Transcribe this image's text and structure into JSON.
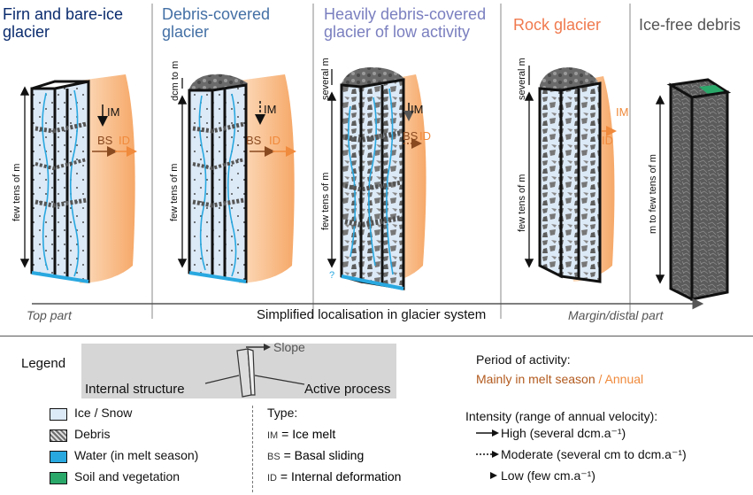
{
  "colors": {
    "firn_title": "#0b2c6e",
    "debris_title": "#4470a5",
    "heavy_title": "#7a7fbf",
    "rock_title": "#f07a4e",
    "icefree_title": "#555555",
    "orange": "#f08a3c",
    "orange_light": "#fbc99a",
    "brown": "#b25a1e",
    "ice_fill": "#dce9f6",
    "water": "#29a8e0",
    "rock": "#6d6d6d",
    "soil": "#2aa86a"
  },
  "columns": [
    {
      "title_line1": "Firn and bare-ice",
      "title_line2": "glacier",
      "height_label": "few tens of m",
      "im": "IM",
      "bs": "BS",
      "id": "ID"
    },
    {
      "title_line1": "Debris-covered",
      "title_line2": "glacier",
      "top_label": "dcm to m",
      "height_label": "few tens of m",
      "im": "IM",
      "bs": "BS",
      "id": "ID"
    },
    {
      "title_line1": "Heavily debris-covered",
      "title_line2": "glacier of low activity",
      "top_label": "several m",
      "height_label": "few tens of m",
      "im": "IM",
      "bs": "BS",
      "id": "ID",
      "question": "?"
    },
    {
      "title_line1": "Rock glacier",
      "top_label": "several m",
      "height_label": "few tens of m",
      "im": "IM",
      "id": "ID"
    },
    {
      "title_line1": "Ice-free debris",
      "height_label": "m to few tens of m"
    }
  ],
  "axis": {
    "left": "Top part",
    "center": "Simplified localisation in glacier system",
    "right": "Margin/distal part"
  },
  "legend": {
    "title": "Legend",
    "slope": "Slope",
    "internal_structure": "Internal structure",
    "active_process": "Active process",
    "items": [
      "Ice / Snow",
      "Debris",
      "Water (in melt season)",
      "Soil and vegetation"
    ],
    "type_title": "Type:",
    "types": [
      {
        "code": "IM",
        "label": "= Ice melt"
      },
      {
        "code": "BS",
        "label": "= Basal sliding"
      },
      {
        "code": "ID",
        "label": "= Internal deformation"
      }
    ],
    "period_title": "Period of activity:",
    "period_melt": "Mainly in melt season",
    "period_sep": "/",
    "period_annual": "Annual",
    "intensity_title": "Intensity (range of annual velocity):",
    "intensity": [
      "High (several dcm.a⁻¹)",
      "Moderate (several cm to dcm.a⁻¹)",
      "Low (few cm.a⁻¹)"
    ]
  }
}
